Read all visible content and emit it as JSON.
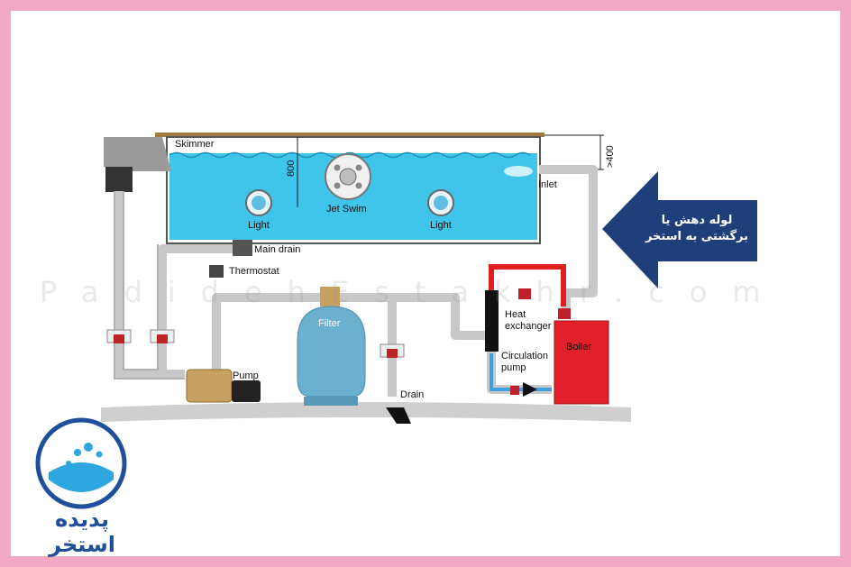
{
  "labels": {
    "skimmer": "Skimmer",
    "depth": "800",
    "height_mark": ">400",
    "jet_swim": "Jet Swim",
    "light_left": "Light",
    "light_right": "Light",
    "inlet": "Inlet",
    "main_drain": "Main drain",
    "thermostat": "Thermostat",
    "filter": "Filter",
    "pump": "Pump",
    "drain": "Drain",
    "heat_exchanger_1": "Heat",
    "heat_exchanger_2": "exchanger",
    "circulation_1": "Circulation",
    "circulation_2": "pump",
    "boiler": "Boiler"
  },
  "callout": {
    "text_line1": "لوله دهش یا",
    "text_line2": "برگشتی به استخر"
  },
  "watermark": "PadidehEstakhr.com",
  "brand": "پدیده استخر",
  "colors": {
    "frame": "#f0a8c4",
    "water": "#3fc4ea",
    "pipe": "#d4d4d4",
    "hot_pipe": "#e02020",
    "filter": "#6bb0cf",
    "boiler": "#e0202a",
    "callout": "#1f3f7a",
    "brand": "#1f4e9c"
  }
}
